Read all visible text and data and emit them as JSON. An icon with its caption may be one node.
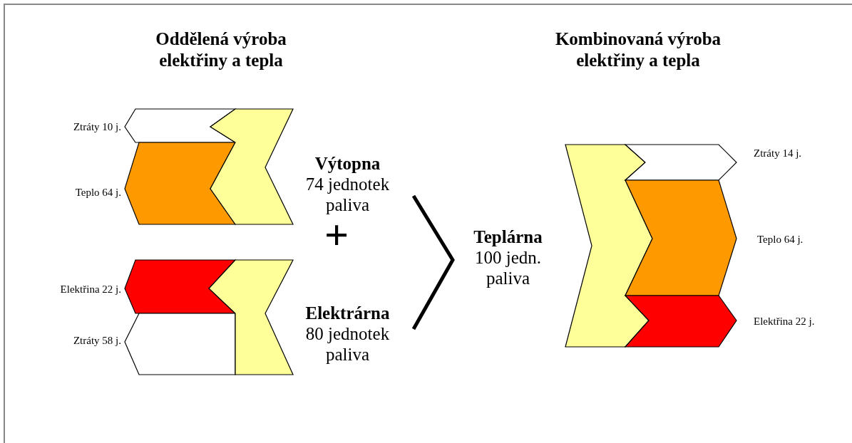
{
  "diagram": {
    "nodes": [
      {
        "text": [],
        "shape": "chevron",
        "beside": [
          "Ztráty 10 j."
        ]
      },
      {
        "text": [],
        "shape": "chevron",
        "beside": [
          "Teplo 64 j."
        ]
      },
      {
        "text": [],
        "shape": "chevron",
        "beside": [
          "Výtopna",
          "74 jednotek paliva"
        ]
      },
      {
        "text": [],
        "shape": "chevron",
        "beside": [
          "Elektřina 22 j."
        ]
      },
      {
        "text": [],
        "shape": "chevron",
        "beside": [
          "Ztráty 58 j."
        ]
      },
      {
        "text": [],
        "shape": "chevron",
        "beside": [
          "Elektrárna",
          "80 jednotek paliva"
        ]
      },
      {
        "text": [],
        "shape": "chevron",
        "beside": [
          "Teplárna",
          "100 jedn. paliva"
        ]
      },
      {
        "text": [],
        "shape": "chevron",
        "beside": [
          "Ztráty 14 j."
        ]
      },
      {
        "text": [],
        "shape": "chevron",
        "beside": [
          "Teplo 64 j."
        ]
      },
      {
        "text": [],
        "shape": "chevron",
        "beside": [
          "Elektřina 22 j."
        ]
      }
    ],
    "labels": [
      "Oddělená výroba elektřiny a tepla",
      "Kombinovaná výroba elektřiny a tepla",
      "+"
    ]
  }
}
